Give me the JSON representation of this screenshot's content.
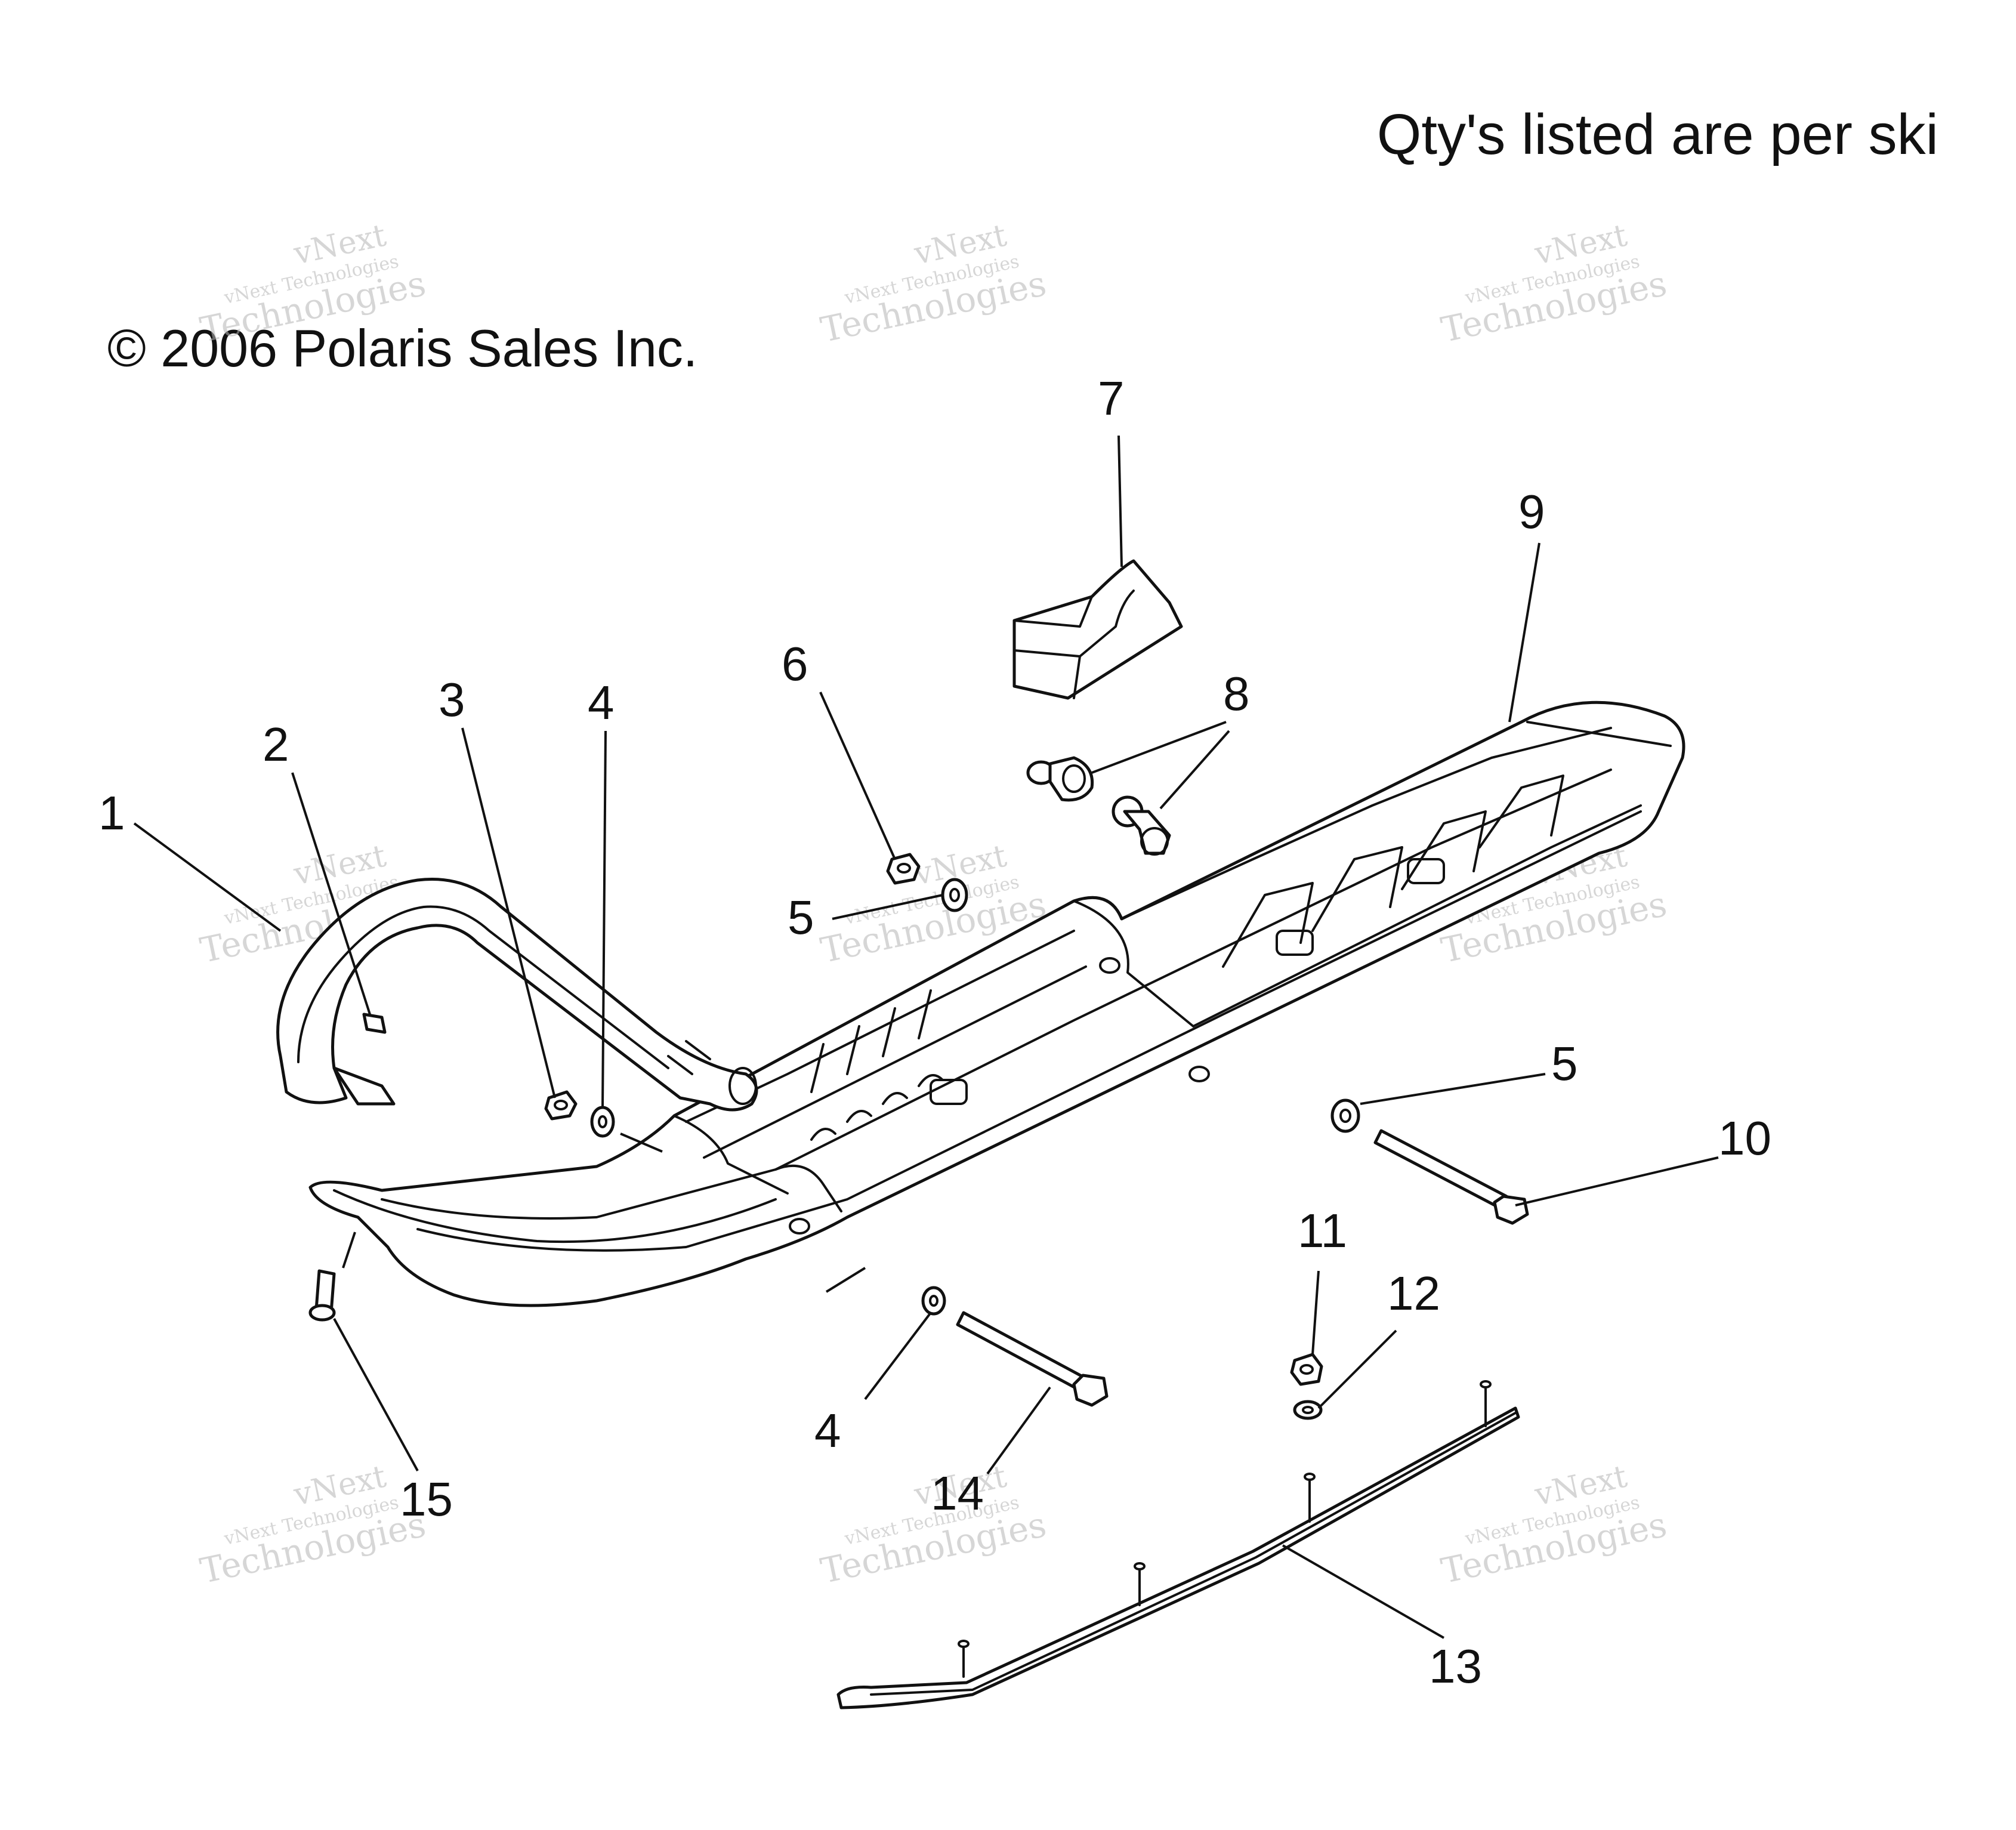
{
  "header": {
    "qty_note": "Qty's listed are per ski",
    "copyright": "© 2006 Polaris Sales Inc."
  },
  "watermark": {
    "line1": "vNext",
    "line2": "vNext Technologies",
    "line3": "Technologies"
  },
  "callouts": [
    "1",
    "2",
    "3",
    "4",
    "4",
    "5",
    "5",
    "6",
    "7",
    "8",
    "9",
    "10",
    "11",
    "12",
    "13",
    "14",
    "15"
  ]
}
